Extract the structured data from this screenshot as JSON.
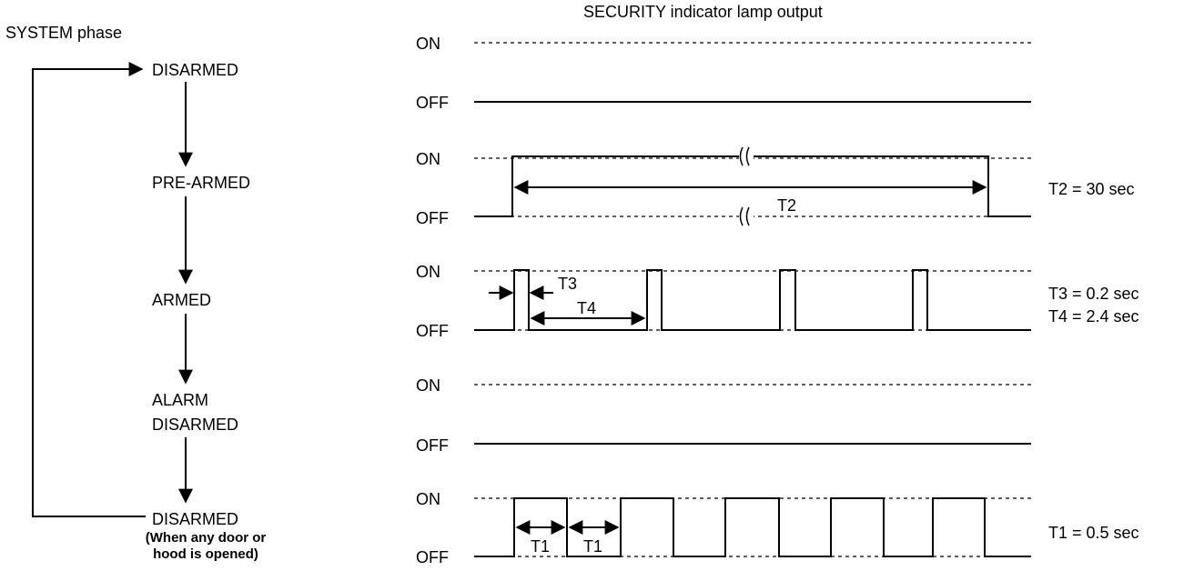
{
  "system": {
    "header": "SYSTEM phase",
    "phases": [
      "DISARMED",
      "PRE-ARMED",
      "ARMED",
      "ALARM",
      "DISARMED",
      "DISARMED"
    ],
    "note": [
      "(When any door or",
      "hood is opened)"
    ]
  },
  "chart": {
    "title": "SECURITY indicator lamp output",
    "on_label": "ON",
    "off_label": "OFF",
    "timing_labels": [
      "T2",
      "T3",
      "T4",
      "T1",
      "T1"
    ],
    "timings": [
      "T2 = 30 sec",
      "T3 = 0.2 sec",
      "T4 = 2.4 sec",
      "T1 = 0.5 sec"
    ]
  }
}
